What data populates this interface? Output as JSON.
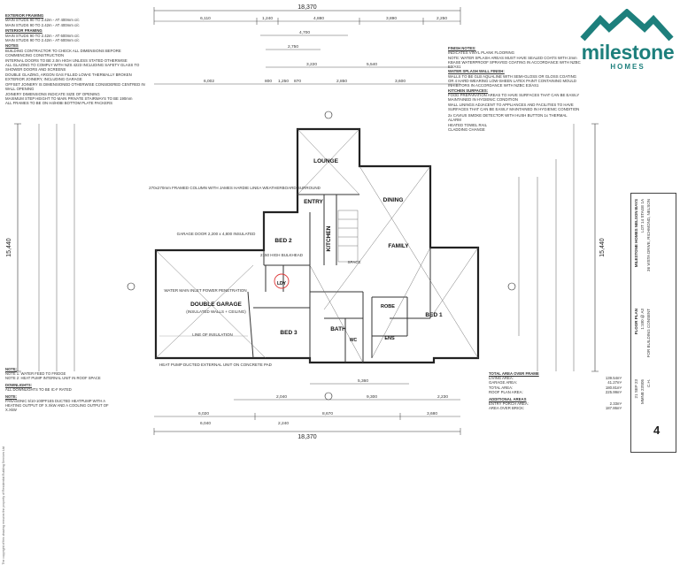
{
  "notes": [
    {
      "title": "EXTERIOR FRAMING",
      "lines": [
        "MAIN STUDS 90 TO 2.42m - AT 400mm c/c",
        "MAIN STUDS 90 TO 2.42m - AT 400mm c/c"
      ]
    },
    {
      "title": "INTERIOR FRAMING",
      "lines": [
        "MAIN STUDS 90 TO 2.42m - AT 600mm c/c",
        "MAIN STUDS 90 TO 2.42m - AT 600mm c/c"
      ]
    },
    {
      "title": "NOTES",
      "lines": [
        "BUILDING CONTRACTOR TO CHECK ALL DIMENSIONS BEFORE COMMENCING CONSTRUCTION",
        "INTERNAL DOORS TO BE 2.0m HIGH UNLESS STATED OTHERWISE",
        "ALL GLAZING TO COMPLY WITH NZS 4223 INCLUDING SAFETY GLASS TO SHOWER DOORS AND SCREENS",
        "DOUBLE GLAZING, ARGON GAS FILLED LOW-E THERMALLY BROKEN EXTERIOR JOINERY, INCLUDING GARAGE",
        "OFFSET JOINERY IS DIMENSIONED OTHERWISE CONSIDERED CENTRED IN WALL OPENING",
        "JOINERY DIMENSIONS INDICATE SIZE OF OPENING",
        "MAXIMUM STEP HEIGHT TO MAIN PRIVATE STAIRWAYS TO BE 190mm",
        "ALL FRAMES TO BE ON H4/H0BI BOTTOM PLATE PACKERS"
      ]
    }
  ],
  "legend": {
    "finish_notes_title": "FINISH NOTES:",
    "finish_notes": [
      "INDICATES VINYL PLANK FLOORING",
      "NOTE: WATER SPLASH AREAS MUST HAVE SEALED COATS WITH 2mm KBASE WATERPROOF SPRAYED COATING IN ACCORDANCE WITH NZBC E3/AS1"
    ],
    "water_title": "WATER SPLASH WALL FINISH:",
    "water": [
      "WALLS TO BE GLB AQUALINE WITH SEMI-GLOSS OR GLOSS COATING OR 4 HARD-WEARING LOW-SHEEN LATEX PAINT CONTAINING MOULD INHIBITORS IN ACCORDANCE WITH NZBC E3/AS1"
    ],
    "kitchen_title": "KITCHEN SURFACES:",
    "kitchen": [
      "FOOD PREPARATION AREAS TO HAVE SURFACES THAT CAN BE EASILY MAINTAINED IN HYGIENIC CONDITION",
      "WALL LININGS ADJACENT TO APPLIANCES AND FACILITIES TO HAVE SURFACES THAT CAN BE EASILY MAINTAINED IN HYGIENIC CONDITION"
    ],
    "symbols": [
      "2x CAVIUS SMOKE DETECTOR WITH HUSH BUTTON 1x THERMAL ALARM",
      "HEATED TOWEL RAIL",
      "CLADDING CHANGE"
    ]
  },
  "logo": {
    "word": "milestone",
    "sub": "HOMES",
    "color": "#1d7f7c"
  },
  "rooms": {
    "lounge": "LOUNGE",
    "entry": "ENTRY",
    "dining": "DINING",
    "family": "FAMILY",
    "kitchen": "KITCHEN",
    "bed2": "BED 2",
    "bed3": "BED 3",
    "bed1": "BED 1",
    "bath": "BATH",
    "wc": "WC",
    "ens": "ENS",
    "robe": "ROBE",
    "ldy": "LDY",
    "garage": "DOUBLE GARAGE",
    "garage_sub": "(INSULATED WALLS + CEILING)",
    "insulation": "LINE OF INSULATION",
    "space": "SPACE"
  },
  "dims": {
    "top_overall": "18,370",
    "bottom_overall": "18,370",
    "left_overall": "15,440",
    "right_overall": "15,440",
    "top_row1": [
      "6,110",
      "1,240",
      "4,880",
      "3,890",
      "2,250"
    ],
    "top_row2": "4,700",
    "top_row3": [
      "2,750"
    ],
    "top_row4": [
      "3,220",
      "5,540"
    ],
    "top_row5": [
      "6,002",
      "800",
      "1,250",
      "870",
      "2,850",
      "3,600"
    ],
    "bottom_row1": [
      "5,360"
    ],
    "bottom_row2": [
      "2,040",
      "9,300",
      "2,230"
    ],
    "bottom_row3": [
      "6,020",
      "8,670",
      "3,680"
    ],
    "bottom_row4": [
      "6,040",
      "2,240"
    ]
  },
  "annotations": {
    "garage_door": "GARAGE DOOR 2,200 x 4,800 INSULATED",
    "column": "270x270mm FRAMED COLUMN WITH JAMES HARDIE LINEA WEATHERBOARD SURROUND",
    "heatpump": "HEAT PUMP DUCTED EXTERNAL UNIT ON CONCRETE PAD",
    "water_heater": "WATER MAIN INLET POWER PENETRATION",
    "bulkhead": "2150 HIGH BULKHEAD"
  },
  "side_notes": [
    {
      "title": "NOTE:",
      "lines": [
        "NOTE 1: WATER FEED TO FRIDGE",
        "NOTE 2: HEAT PUMP INTERNAL UNIT IN ROOF SPACE"
      ]
    },
    {
      "title": "DOWNLIGHTS:",
      "lines": [
        "ALL DOWNLIGHTS TO BE IC-F RATED"
      ]
    },
    {
      "title": "NOTE:",
      "lines": [
        "PANASONIC 5/10-100PF1E5 DUCTED HEATPUMP WITH A HEATING OUTPUT OF X.XkW AND A COOLING OUTPUT OF X.XkW"
      ]
    }
  ],
  "areas": {
    "title": "TOTAL AREA OVER FRAME",
    "rows": [
      [
        "LIVING AREA:",
        "139.54m²"
      ],
      [
        "GARAGE AREA:",
        "41.27m²"
      ],
      [
        "TOTAL AREA:",
        "180.81m²"
      ],
      [
        "ROOF PLAN AREA:",
        "225.99m²"
      ]
    ],
    "extra_title": "ADDITIONAL AREAS",
    "extra": [
      [
        "ENTRY PORCH AREA:",
        "2.33m²"
      ],
      [
        "AREA OVER BRICK:",
        "187.86m²"
      ]
    ]
  },
  "titleblock": {
    "client": "MILESTONE HOMES NELSON BAYS",
    "lot": "LOT 14 STAGE 1A",
    "address": "36 VISTA DRIVE, RICHMOND, NELSON",
    "plan": "FLOOR PLAN",
    "scale": "1:100 @ A3",
    "date": "21 SEP 23",
    "job": "MMNB 23S05",
    "drawn": "C.H.",
    "status": "FOR BUILDING CONSENT",
    "sheet": "4"
  },
  "copyright": "The copyright of this drawing remains the property of Residential Building Services Ltd"
}
